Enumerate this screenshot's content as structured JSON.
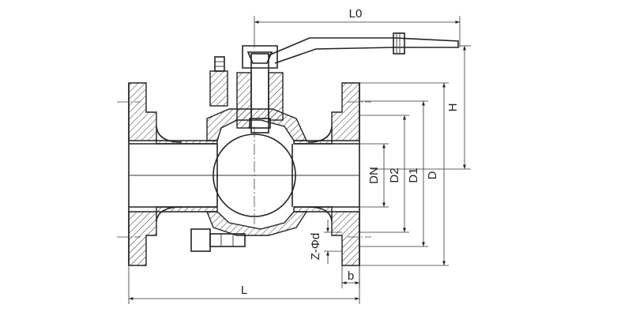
{
  "labels": {
    "L0": "L0",
    "L": "L",
    "H": "H",
    "DN": "DN",
    "D2": "D2",
    "D1": "D1",
    "D": "D",
    "Zd": "Z-Φd",
    "b": "b"
  },
  "colors": {
    "line": "#222222",
    "background": "#ffffff"
  }
}
